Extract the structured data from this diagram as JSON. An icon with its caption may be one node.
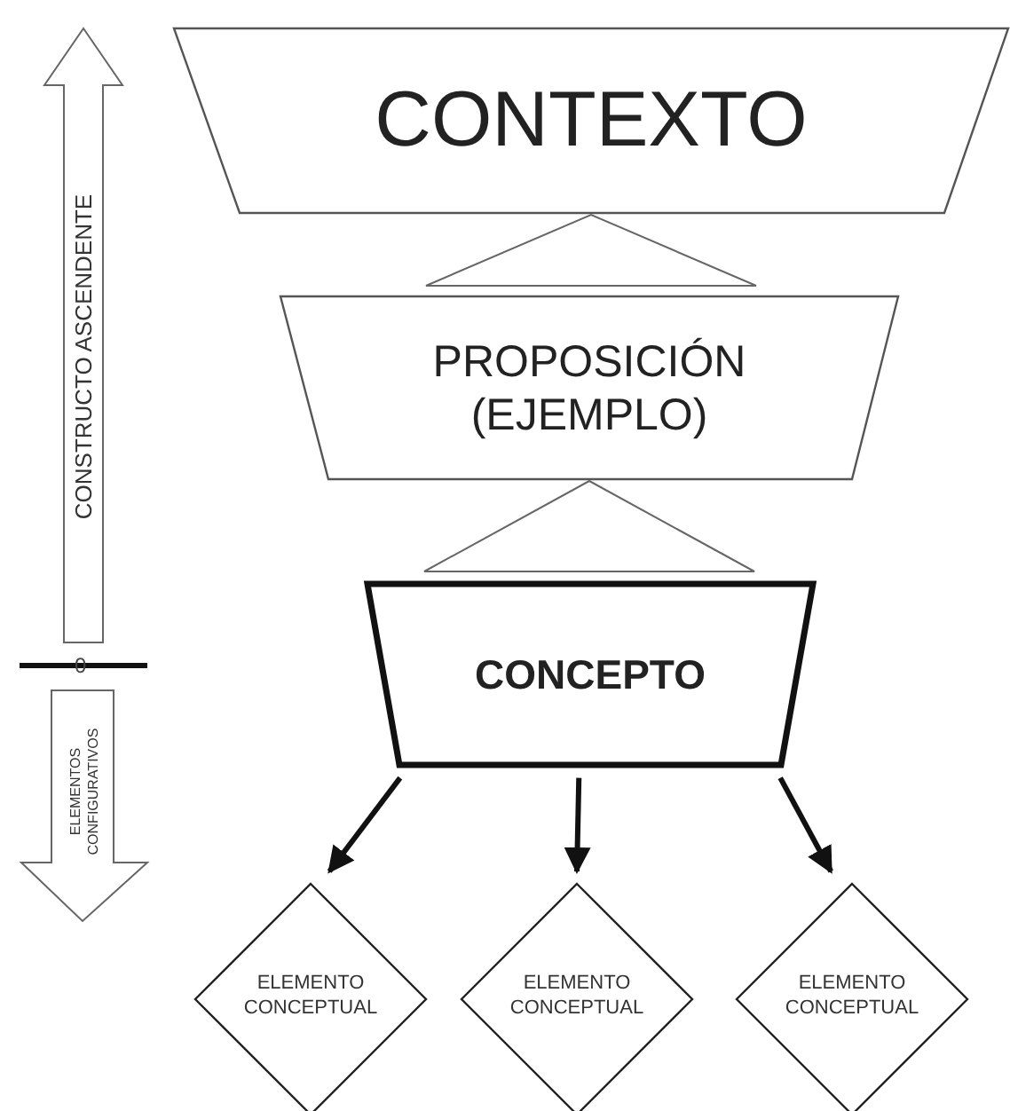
{
  "diagram": {
    "nodes": [
      {
        "text": [
          "CONTEXTO"
        ]
      },
      {
        "text": [
          "PROPOSICIÓN (EJEMPLO)"
        ]
      },
      {
        "text": [
          "CONCEPTO"
        ]
      },
      {
        "text": [
          "ELEMENTO CONCEPTUAL"
        ]
      },
      {
        "text": [
          "ELEMENTO CONCEPTUAL"
        ]
      },
      {
        "text": [
          "ELEMENTO CONCEPTUAL"
        ]
      },
      {
        "text": [
          "CONSTRUCTO ASCENDENTE"
        ]
      },
      {
        "text": [
          "ELEMENTOS CONFIGURATIVOS"
        ]
      }
    ],
    "edges": [
      {
        "from": 1,
        "to": 0,
        "arrow": "to"
      },
      {
        "from": 2,
        "to": 1,
        "arrow": "to"
      },
      {
        "from": 2,
        "to": 3,
        "arrow": "to"
      },
      {
        "from": 2,
        "to": 4,
        "arrow": "to"
      },
      {
        "from": 2,
        "to": 5,
        "arrow": "to"
      }
    ],
    "labels": [
      "0"
    ]
  }
}
